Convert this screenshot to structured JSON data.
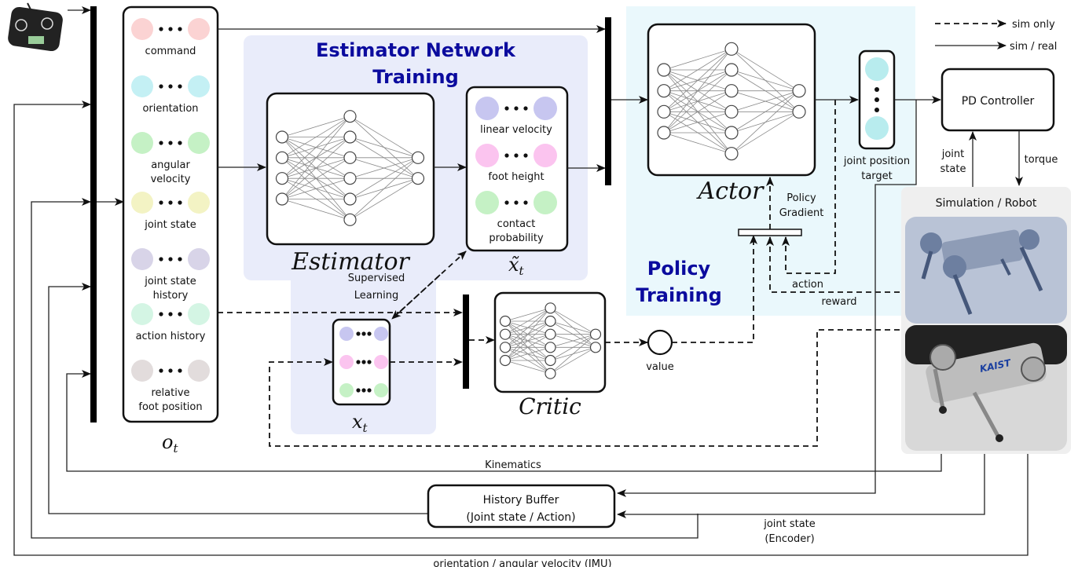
{
  "legend": {
    "dashed_label": "sim only",
    "solid_label": "sim / real"
  },
  "colors": {
    "command": "#fbd3d3",
    "orientation": "#c4f0f4",
    "angular_velocity": "#c5f1c5",
    "joint_state": "#f3f3c4",
    "joint_state_history": "#d8d4e8",
    "action_history": "#d4f5e4",
    "relative_foot_position": "#e2dcdc",
    "linear_velocity": "#c7c6f0",
    "foot_height": "#fbc4ef",
    "contact_probability": "#c5f1c5",
    "joint_position_target": "#b8ecee",
    "estimator_region": "#e9ecfa",
    "policy_region": "#eaf8fc",
    "title_blue": "#0b0b9e",
    "sim_panel": "#efefef"
  },
  "observation": {
    "symbol": "o_t",
    "items": [
      {
        "label": "command",
        "color_key": "command"
      },
      {
        "label": "orientation",
        "color_key": "orientation"
      },
      {
        "label": "angular\nvelocity",
        "color_key": "angular_velocity"
      },
      {
        "label": "joint state",
        "color_key": "joint_state"
      },
      {
        "label": "joint state\nhistory",
        "color_key": "joint_state_history"
      },
      {
        "label": "action history",
        "color_key": "action_history"
      },
      {
        "label": "relative\nfoot position",
        "color_key": "relative_foot_position"
      }
    ]
  },
  "estimator_section": {
    "title_line1": "Estimator Network",
    "title_line2": "Training",
    "network_label": "Estimator",
    "output_symbol": "x̃_t",
    "outputs": [
      {
        "label": "linear velocity",
        "color_key": "linear_velocity"
      },
      {
        "label": "foot height",
        "color_key": "foot_height"
      },
      {
        "label": "contact\nprobability",
        "color_key": "contact_probability"
      }
    ],
    "supervised_line1": "Supervised",
    "supervised_line2": "Learning",
    "ground_truth_symbol": "x_t"
  },
  "policy_section": {
    "title_line1": "Policy",
    "title_line2": "Training",
    "actor_label": "Actor",
    "critic_label": "Critic",
    "value_label": "value",
    "policy_gradient_line1": "Policy",
    "policy_gradient_line2": "Gradient",
    "action_label": "action",
    "reward_label": "reward",
    "target_line1": "joint position",
    "target_line2": "target"
  },
  "controller": {
    "label": "PD Controller",
    "joint_state_line1": "joint",
    "joint_state_line2": "state",
    "torque_label": "torque"
  },
  "robot": {
    "title": "Simulation / Robot",
    "real_badge": "KAIST"
  },
  "history_buffer": {
    "line1": "History Buffer",
    "line2": "(Joint state / Action)"
  },
  "feedback": {
    "kinematics": "Kinematics",
    "encoder_line1": "joint state",
    "encoder_line2": "(Encoder)",
    "imu": "orientation / angular velocity (IMU)"
  }
}
